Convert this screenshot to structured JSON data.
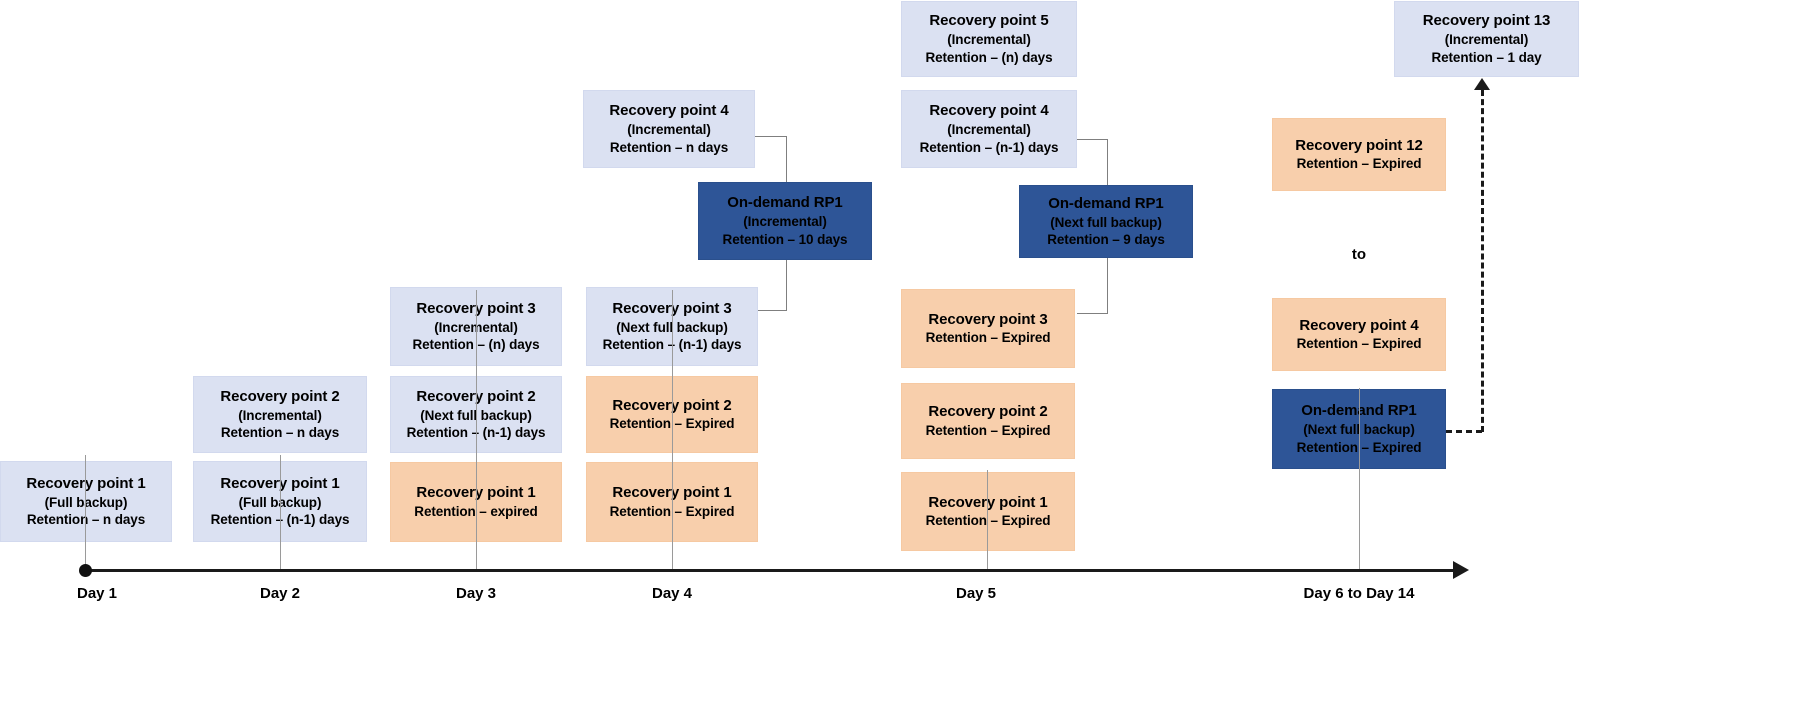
{
  "diagram": {
    "title": "Backup recovery point retention timeline",
    "colors": {
      "scheduled": "#dbe1f2",
      "expired": "#f8cfac",
      "on_demand": "#2e5597",
      "axis": "#1a1a1a",
      "connector": "#7f7f7f"
    },
    "axis": {
      "ticks": [
        {
          "label": "Day 1"
        },
        {
          "label": "Day 2"
        },
        {
          "label": "Day 3"
        },
        {
          "label": "Day 4"
        },
        {
          "label": "Day 5"
        },
        {
          "label": "Day 6 to Day 14"
        }
      ]
    },
    "range_label": "to",
    "columns": [
      {
        "day": "Day 1",
        "cards": [
          {
            "title": "Recovery point 1",
            "type": "(Full backup)",
            "retention": "Retention – n days",
            "style": "scheduled"
          }
        ]
      },
      {
        "day": "Day 2",
        "cards": [
          {
            "title": "Recovery point 2",
            "type": "(Incremental)",
            "retention": "Retention – n days",
            "style": "scheduled"
          },
          {
            "title": "Recovery point 1",
            "type": "(Full backup)",
            "retention": "Retention – (n-1) days",
            "style": "scheduled"
          }
        ]
      },
      {
        "day": "Day 3",
        "cards": [
          {
            "title": "Recovery point 3",
            "type": "(Incremental)",
            "retention": "Retention – (n) days",
            "style": "scheduled"
          },
          {
            "title": "Recovery point 2",
            "type": "(Next full backup)",
            "retention": "Retention – (n-1) days",
            "style": "scheduled"
          },
          {
            "title": "Recovery point 1",
            "type": "",
            "retention": "Retention – expired",
            "style": "expired"
          }
        ]
      },
      {
        "day": "Day 4",
        "cards": [
          {
            "title": "Recovery point 4",
            "type": "(Incremental)",
            "retention": "Retention – n days",
            "style": "scheduled"
          },
          {
            "title": "On-demand RP1",
            "type": "(Incremental)",
            "retention": "Retention – 10 days",
            "style": "on_demand"
          },
          {
            "title": "Recovery point 3",
            "type": "(Next full backup)",
            "retention": "Retention – (n-1) days",
            "style": "scheduled"
          },
          {
            "title": "Recovery point 2",
            "type": "",
            "retention": "Retention – Expired",
            "style": "expired"
          },
          {
            "title": "Recovery point 1",
            "type": "",
            "retention": "Retention – Expired",
            "style": "expired"
          }
        ]
      },
      {
        "day": "Day 5",
        "cards": [
          {
            "title": "Recovery point 5",
            "type": "(Incremental)",
            "retention": "Retention – (n) days",
            "style": "scheduled"
          },
          {
            "title": "Recovery point 4",
            "type": "(Incremental)",
            "retention": "Retention – (n-1) days",
            "style": "scheduled"
          },
          {
            "title": "On-demand RP1",
            "type": "(Next full backup)",
            "retention": "Retention – 9 days",
            "style": "on_demand"
          },
          {
            "title": "Recovery point 3",
            "type": "",
            "retention": "Retention – Expired",
            "style": "expired"
          },
          {
            "title": "Recovery point 2",
            "type": "",
            "retention": "Retention – Expired",
            "style": "expired"
          },
          {
            "title": "Recovery point 1",
            "type": "",
            "retention": "Retention – Expired",
            "style": "expired"
          }
        ]
      },
      {
        "day": "Day 6 to Day 14",
        "cards": [
          {
            "title": "Recovery point 13",
            "type": "(Incremental)",
            "retention": "Retention – 1 day",
            "style": "scheduled"
          },
          {
            "title": "Recovery point 12",
            "type": "",
            "retention": "Retention – Expired",
            "style": "expired"
          },
          {
            "title": "Recovery point 4",
            "type": "",
            "retention": "Retention – Expired",
            "style": "expired"
          },
          {
            "title": "On-demand RP1",
            "type": "(Next full backup)",
            "retention": "Retention – Expired",
            "style": "on_demand"
          }
        ]
      }
    ]
  }
}
